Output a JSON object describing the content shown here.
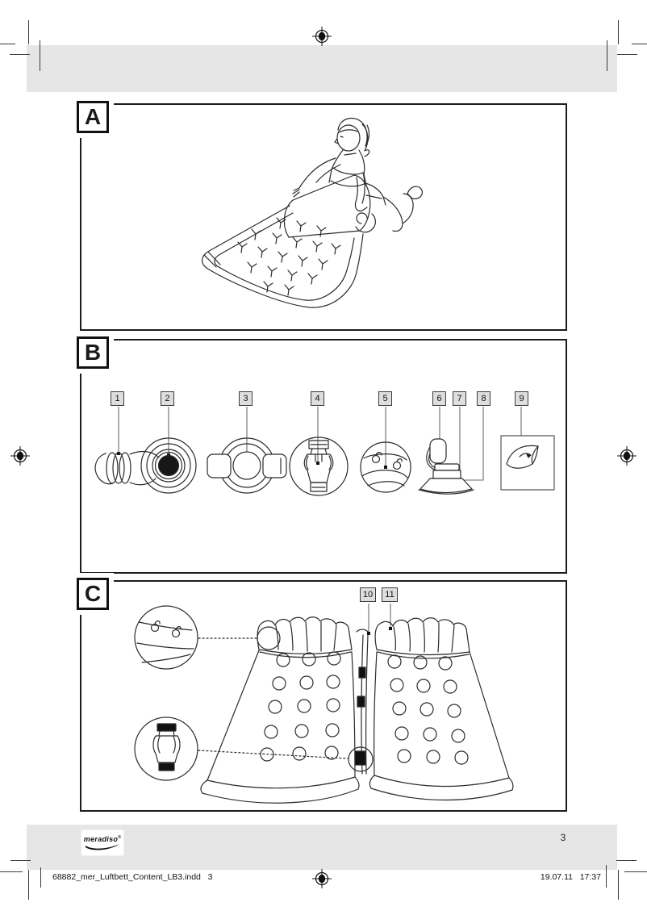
{
  "page": {
    "number": "3"
  },
  "panels": {
    "a": {
      "label": "A"
    },
    "b": {
      "label": "B",
      "part_labels": [
        "1",
        "2",
        "3",
        "4",
        "5",
        "6",
        "7",
        "8",
        "9"
      ]
    },
    "c": {
      "label": "C",
      "part_labels": [
        "10",
        "11"
      ]
    }
  },
  "footer": {
    "brand": "meradiso",
    "brand_reg": "®",
    "page_number": "3",
    "imprint_left": "68882_mer_Luftbett_Content_LB3.indd   3",
    "imprint_right": "19.07.11   17:37"
  },
  "colors": {
    "band_gray": "#e6e6e6",
    "label_box_gray": "#dedede",
    "line_art": "#2b2b2b"
  }
}
